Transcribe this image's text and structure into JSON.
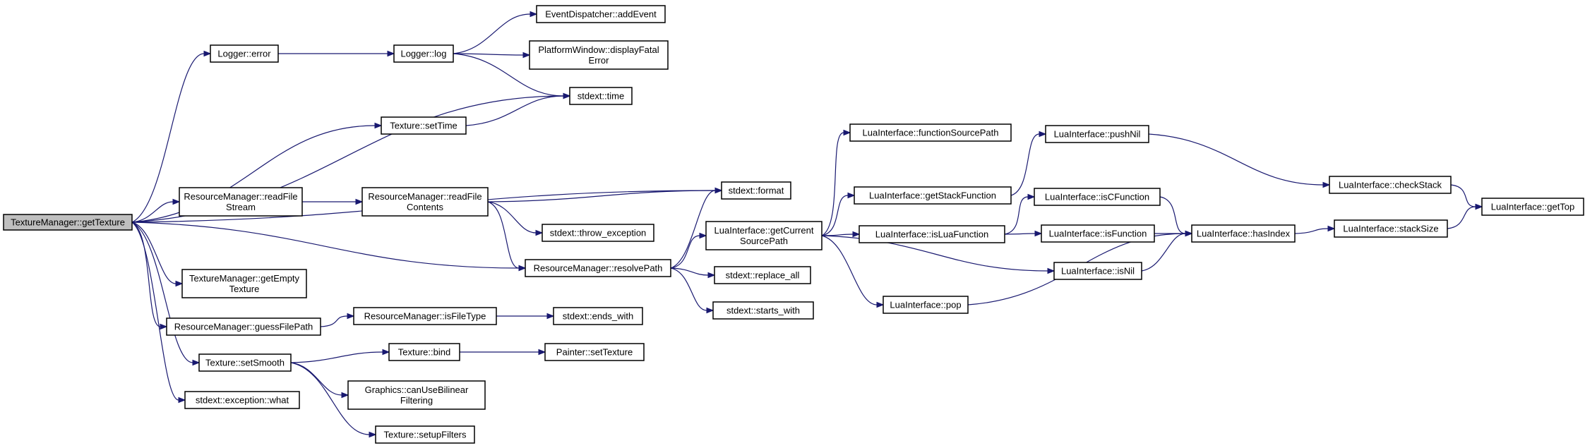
{
  "graph": {
    "type": "call-graph",
    "colors": {
      "edge": "#191970",
      "node_border": "#000000",
      "node_fill": "#ffffff",
      "root_fill": "#bfbfbf"
    },
    "nodes": [
      {
        "id": "getTexture",
        "lines": [
          "TextureManager::getTexture"
        ],
        "root": true
      },
      {
        "id": "loggerError",
        "lines": [
          "Logger::error"
        ]
      },
      {
        "id": "loggerLog",
        "lines": [
          "Logger::log"
        ]
      },
      {
        "id": "addEvent",
        "lines": [
          "EventDispatcher::addEvent"
        ]
      },
      {
        "id": "displayFatal",
        "lines": [
          "PlatformWindow::displayFatal",
          "Error"
        ]
      },
      {
        "id": "time",
        "lines": [
          "stdext::time"
        ]
      },
      {
        "id": "setTime",
        "lines": [
          "Texture::setTime"
        ]
      },
      {
        "id": "format",
        "lines": [
          "stdext::format"
        ]
      },
      {
        "id": "readFileStream",
        "lines": [
          "ResourceManager::readFile",
          "Stream"
        ]
      },
      {
        "id": "readFileContents",
        "lines": [
          "ResourceManager::readFile",
          "Contents"
        ]
      },
      {
        "id": "throwException",
        "lines": [
          "stdext::throw_exception"
        ]
      },
      {
        "id": "resolvePath",
        "lines": [
          "ResourceManager::resolvePath"
        ]
      },
      {
        "id": "getEmptyTexture",
        "lines": [
          "TextureManager::getEmpty",
          "Texture"
        ]
      },
      {
        "id": "guessFilePath",
        "lines": [
          "ResourceManager::guessFilePath"
        ]
      },
      {
        "id": "isFileType",
        "lines": [
          "ResourceManager::isFileType"
        ]
      },
      {
        "id": "endsWith",
        "lines": [
          "stdext::ends_with"
        ]
      },
      {
        "id": "setSmooth",
        "lines": [
          "Texture::setSmooth"
        ]
      },
      {
        "id": "bind",
        "lines": [
          "Texture::bind"
        ]
      },
      {
        "id": "setTexture",
        "lines": [
          "Painter::setTexture"
        ]
      },
      {
        "id": "canUseBilinear",
        "lines": [
          "Graphics::canUseBilinear",
          "Filtering"
        ]
      },
      {
        "id": "setupFilters",
        "lines": [
          "Texture::setupFilters"
        ]
      },
      {
        "id": "exceptionWhat",
        "lines": [
          "stdext::exception::what"
        ]
      },
      {
        "id": "getCurrentSourcePath",
        "lines": [
          "LuaInterface::getCurrent",
          "SourcePath"
        ]
      },
      {
        "id": "replaceAll",
        "lines": [
          "stdext::replace_all"
        ]
      },
      {
        "id": "startsWith",
        "lines": [
          "stdext::starts_with"
        ]
      },
      {
        "id": "functionSourcePath",
        "lines": [
          "LuaInterface::functionSourcePath"
        ]
      },
      {
        "id": "getStackFunction",
        "lines": [
          "LuaInterface::getStackFunction"
        ]
      },
      {
        "id": "isLuaFunction",
        "lines": [
          "LuaInterface::isLuaFunction"
        ]
      },
      {
        "id": "pop",
        "lines": [
          "LuaInterface::pop"
        ]
      },
      {
        "id": "pushNil",
        "lines": [
          "LuaInterface::pushNil"
        ]
      },
      {
        "id": "isCFunction",
        "lines": [
          "LuaInterface::isCFunction"
        ]
      },
      {
        "id": "isFunction",
        "lines": [
          "LuaInterface::isFunction"
        ]
      },
      {
        "id": "isNil",
        "lines": [
          "LuaInterface::isNil"
        ]
      },
      {
        "id": "hasIndex",
        "lines": [
          "LuaInterface::hasIndex"
        ]
      },
      {
        "id": "checkStack",
        "lines": [
          "LuaInterface::checkStack"
        ]
      },
      {
        "id": "stackSize",
        "lines": [
          "LuaInterface::stackSize"
        ]
      },
      {
        "id": "getTop",
        "lines": [
          "LuaInterface::getTop"
        ]
      }
    ],
    "edges": [
      [
        "getTexture",
        "loggerError"
      ],
      [
        "getTexture",
        "time"
      ],
      [
        "getTexture",
        "setTime"
      ],
      [
        "getTexture",
        "format"
      ],
      [
        "getTexture",
        "readFileStream"
      ],
      [
        "getTexture",
        "resolvePath"
      ],
      [
        "getTexture",
        "getEmptyTexture"
      ],
      [
        "getTexture",
        "guessFilePath"
      ],
      [
        "getTexture",
        "setSmooth"
      ],
      [
        "getTexture",
        "exceptionWhat"
      ],
      [
        "loggerError",
        "loggerLog"
      ],
      [
        "loggerLog",
        "addEvent"
      ],
      [
        "loggerLog",
        "displayFatal"
      ],
      [
        "loggerLog",
        "time"
      ],
      [
        "setTime",
        "time"
      ],
      [
        "readFileStream",
        "readFileContents"
      ],
      [
        "readFileContents",
        "format"
      ],
      [
        "readFileContents",
        "throwException"
      ],
      [
        "readFileContents",
        "resolvePath"
      ],
      [
        "resolvePath",
        "format"
      ],
      [
        "resolvePath",
        "getCurrentSourcePath"
      ],
      [
        "resolvePath",
        "replaceAll"
      ],
      [
        "resolvePath",
        "startsWith"
      ],
      [
        "guessFilePath",
        "isFileType"
      ],
      [
        "isFileType",
        "endsWith"
      ],
      [
        "setSmooth",
        "bind"
      ],
      [
        "setSmooth",
        "canUseBilinear"
      ],
      [
        "setSmooth",
        "setupFilters"
      ],
      [
        "bind",
        "setTexture"
      ],
      [
        "getCurrentSourcePath",
        "functionSourcePath"
      ],
      [
        "getCurrentSourcePath",
        "getStackFunction"
      ],
      [
        "getCurrentSourcePath",
        "isLuaFunction"
      ],
      [
        "getCurrentSourcePath",
        "isNil"
      ],
      [
        "getCurrentSourcePath",
        "pop"
      ],
      [
        "getStackFunction",
        "pushNil"
      ],
      [
        "isLuaFunction",
        "isCFunction"
      ],
      [
        "isLuaFunction",
        "isFunction"
      ],
      [
        "pushNil",
        "checkStack"
      ],
      [
        "isCFunction",
        "hasIndex"
      ],
      [
        "isFunction",
        "hasIndex"
      ],
      [
        "isNil",
        "hasIndex"
      ],
      [
        "pop",
        "hasIndex"
      ],
      [
        "hasIndex",
        "stackSize"
      ],
      [
        "checkStack",
        "getTop"
      ],
      [
        "stackSize",
        "getTop"
      ]
    ]
  }
}
